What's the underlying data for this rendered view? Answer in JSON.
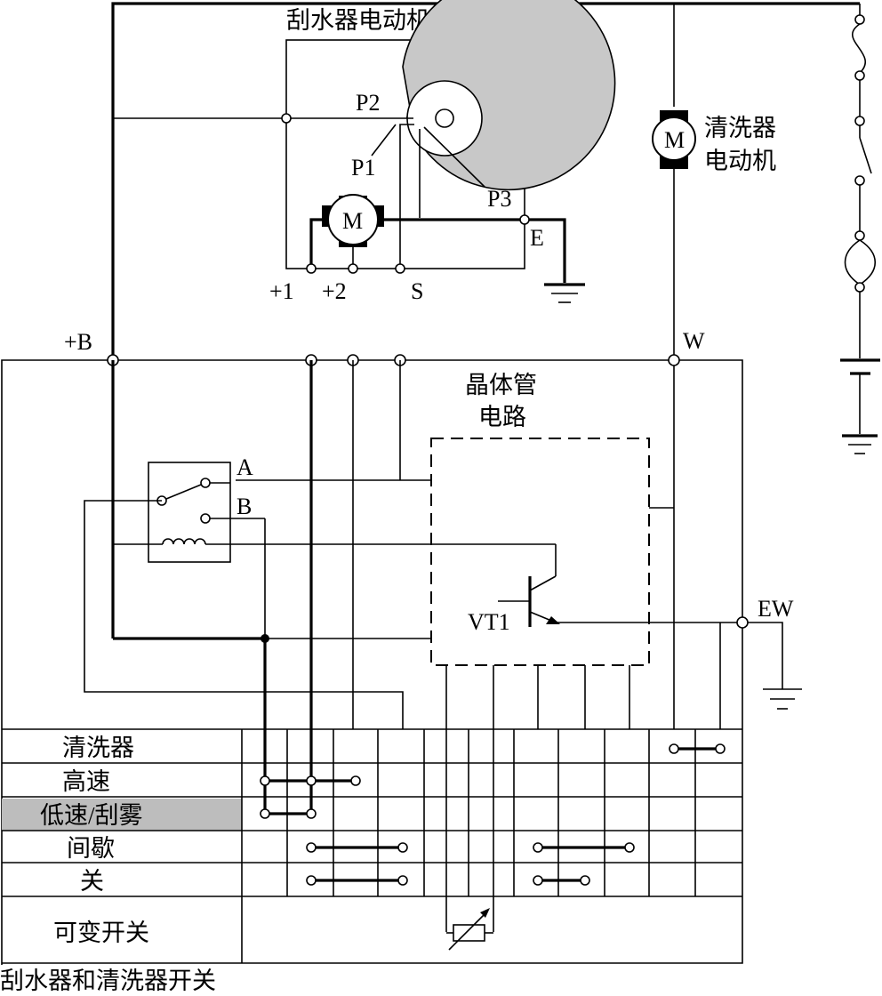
{
  "labels": {
    "wiper_motor": "刮水器电动机",
    "washer_motor_line1": "清洗器",
    "washer_motor_line2": "电动机",
    "motor_symbol": "M",
    "p1": "P1",
    "p2": "P2",
    "p3": "P3",
    "e": "E",
    "plus_b": "+B",
    "plus_1": "+1",
    "plus_2": "+2",
    "s": "S",
    "w": "W",
    "transistor_circuit_line1": "晶体管",
    "transistor_circuit_line2": "电路",
    "relay_a": "A",
    "relay_b": "B",
    "vt1": "VT1",
    "ew": "EW",
    "caption": "刮水器和清洗器开关"
  },
  "switch_table": {
    "rows": [
      "清洗器",
      "高速",
      "低速/刮雾",
      "间歇",
      "关"
    ],
    "variable_switch": "可变开关",
    "highlight_fill": "#bdbdbd"
  }
}
